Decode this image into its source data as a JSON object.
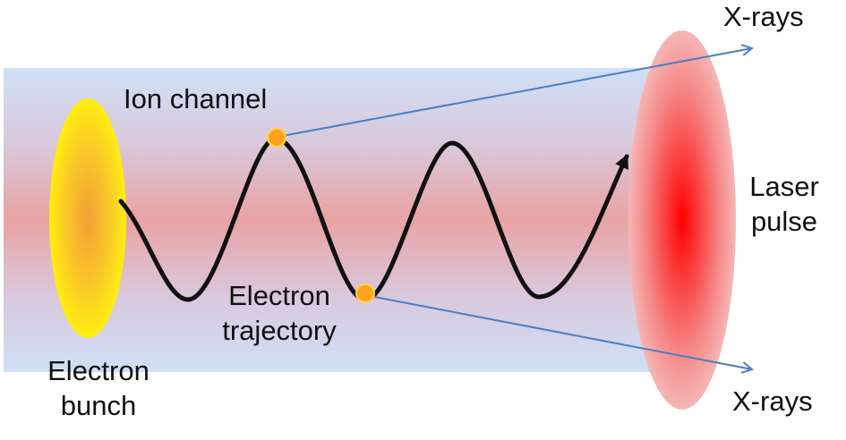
{
  "labels": {
    "ion_channel": "Ion channel",
    "electron_bunch_line1": "Electron",
    "electron_bunch_line2": "bunch",
    "electron_trajectory_line1": "Electron",
    "electron_trajectory_line2": "trajectory",
    "laser_pulse_line1": "Laser",
    "laser_pulse_line2": "pulse",
    "xrays_top": "X-rays",
    "xrays_bottom": "X-rays"
  },
  "colors": {
    "channel_blue": "#cfe0f6",
    "channel_core_red": "#e8a2a2",
    "bunch_yellow": "#ffe81a",
    "bunch_orange": "#f3a032",
    "laser_red": "#ff1010",
    "laser_pink": "#f39a9a",
    "xray_arrow": "#4a7ec2",
    "trajectory": "#111111",
    "emitter_dot": "#ffa31a"
  }
}
